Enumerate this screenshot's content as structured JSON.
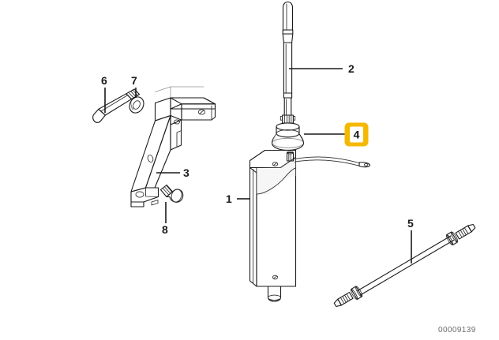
{
  "diagram": {
    "title": "Antenna assembly exploded parts diagram",
    "part_code": "00009139",
    "background_color": "#ffffff",
    "line_color": "#1a1a1a",
    "highlight_color": "#F5B800",
    "highlight_inner_color": "#ffffff",
    "callouts": [
      {
        "id": "1",
        "label": "1",
        "part": "antenna-amplifier-body",
        "highlighted": false
      },
      {
        "id": "2",
        "label": "2",
        "part": "antenna-mast-rod",
        "highlighted": false
      },
      {
        "id": "3",
        "label": "3",
        "part": "mounting-bracket",
        "highlighted": false
      },
      {
        "id": "4",
        "label": "4",
        "part": "antenna-rubber-boot-grommet",
        "highlighted": true
      },
      {
        "id": "5",
        "label": "5",
        "part": "antenna-coaxial-cable",
        "highlighted": false
      },
      {
        "id": "6",
        "label": "6",
        "part": "hex-head-bolt",
        "highlighted": false
      },
      {
        "id": "7",
        "label": "7",
        "part": "washer",
        "highlighted": false
      },
      {
        "id": "8",
        "label": "8",
        "part": "short-hex-bolt",
        "highlighted": false
      }
    ]
  }
}
